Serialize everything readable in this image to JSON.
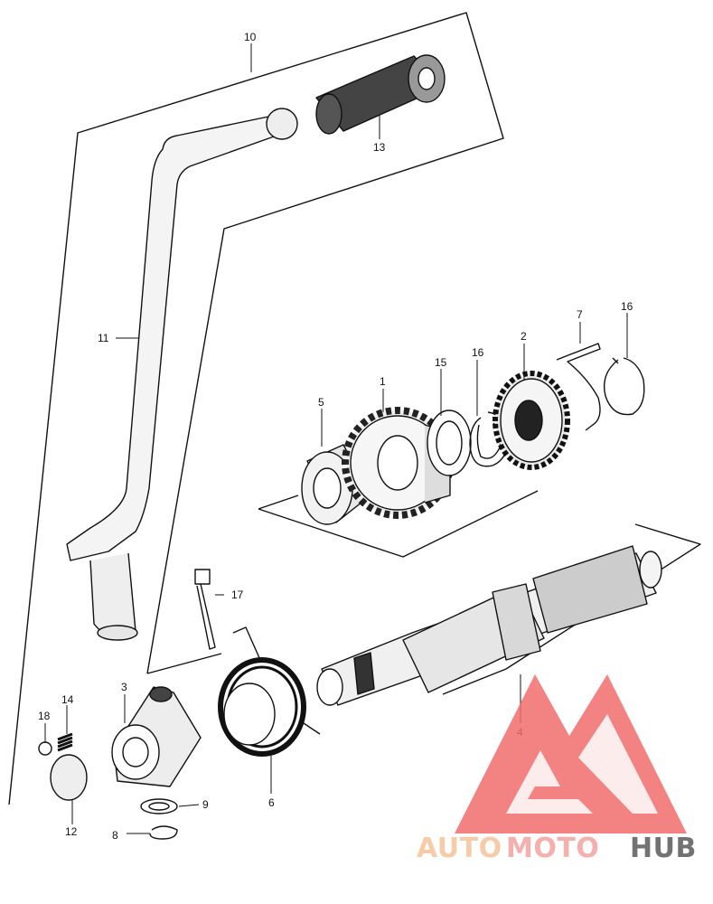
{
  "diagram": {
    "callouts": {
      "p1": "1",
      "p2": "2",
      "p3": "3",
      "p4": "4",
      "p5": "5",
      "p6": "6",
      "p7": "7",
      "p8": "8",
      "p9": "9",
      "p10": "10",
      "p11": "11",
      "p12": "12",
      "p13": "13",
      "p14": "14",
      "p15": "15",
      "p16a": "16",
      "p16b": "16",
      "p17": "17",
      "p18": "18"
    }
  },
  "watermark": {
    "word_a": "AUTO",
    "word_b": "MOTO",
    "word_c": "HUB",
    "colors": {
      "auto": "#f5c49a",
      "moto": "#f4a39f",
      "hub": "#5a5a5a",
      "logo": "#f26d6d"
    }
  }
}
